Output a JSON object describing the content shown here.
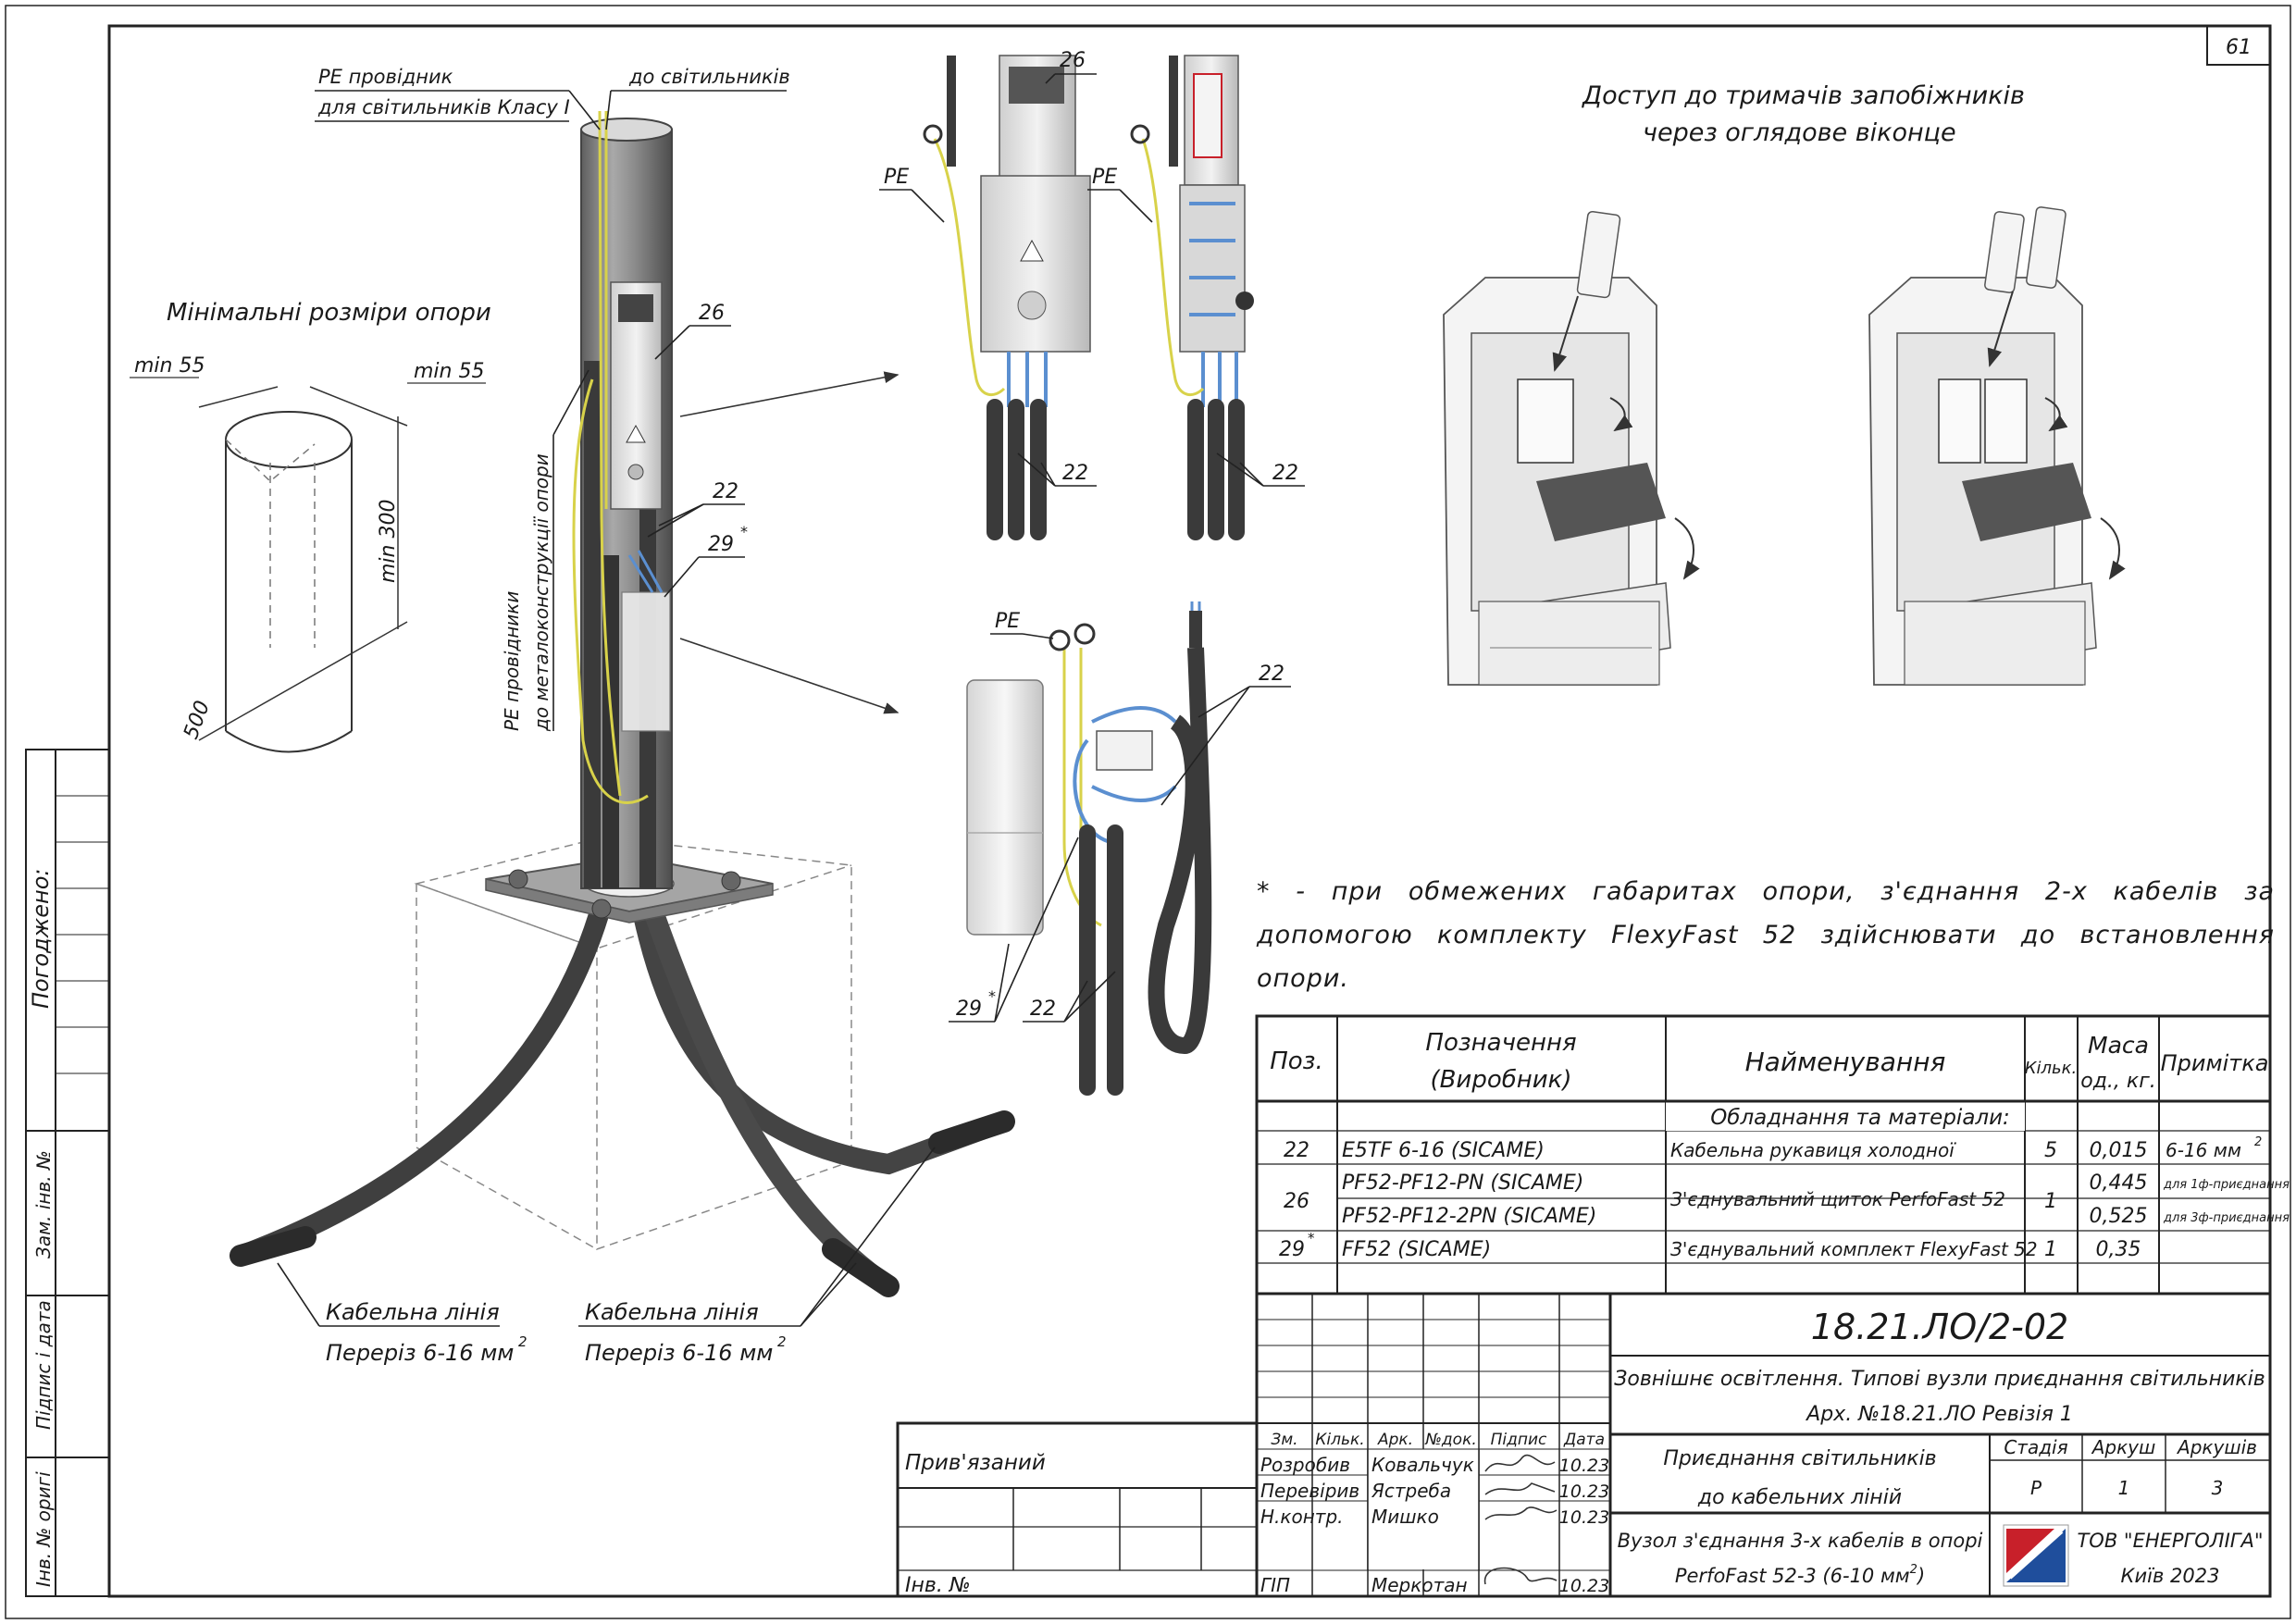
{
  "sheet_number": "61",
  "labels": {
    "pe_conductor_l1": "PE провідник",
    "pe_conductor_l2": "для світильників Класу I",
    "to_luminaires": "до світильників",
    "pe_conductors_v1": "PE провідники",
    "pe_conductors_v2": "до металоконструкції опори",
    "min_dims_title": "Мінімальні розміри опори",
    "min55_a": "min 55",
    "min55_b": "min 55",
    "min300": "min 300",
    "d500": "500",
    "access_l1": "Доступ до тримачів запобіжників",
    "access_l2": "через оглядове віконце",
    "pe_1": "PE",
    "pe_2": "PE",
    "pe_3": "PE",
    "pos22_a": "22",
    "pos22_b": "22",
    "pos22_c": "22",
    "pos22_d": "22",
    "pos22_e": "22",
    "pos26_a": "26",
    "pos26_b": "26",
    "pos29_a": "29",
    "pos29_a_star": "*",
    "pos29_b": "29",
    "pos29_b_star": "*",
    "cable_line_1": "Кабельна лінія",
    "cable_section_1": "Переріз 6-16 мм",
    "cable_sup_1": "2",
    "cable_line_2": "Кабельна лінія",
    "cable_section_2": "Переріз 6-16 мм",
    "cable_sup_2": "2"
  },
  "note": "* - при обмежених габаритах опори, з'єднання 2-х кабелів за допомогою комплекту FlexyFast 52 здійснювати до встановлення опори.",
  "spec_table": {
    "headers": {
      "pos": "Поз.",
      "designation_l1": "Позначення",
      "designation_l2": "(Виробник)",
      "name": "Найменування",
      "qty": "Кільк.",
      "mass_l1": "Маса",
      "mass_l2": "од., кг.",
      "note": "Примітка"
    },
    "section": "Обладнання та матеріали:",
    "rows": [
      {
        "pos": "22",
        "designation": "E5TF 6-16   (SICAME)",
        "name": "Кабельна рукавиця холодної",
        "qty": "5",
        "mass": "0,015",
        "note": "6-16 мм",
        "note_sup": "2"
      },
      {
        "pos": "26",
        "designation": "PF52-PF12-PN (SICAME)",
        "designation2": "PF52-PF12-2PN  (SICAME)",
        "name": "З'єднувальний щиток PerfoFast 52",
        "qty": "1",
        "mass": "0,445",
        "mass2": "0,525",
        "note": "для 1ф-приєднання",
        "note2": "для 3ф-приєднання"
      },
      {
        "pos": "29",
        "pos_star": "*",
        "designation": "FF52   (SICAME)",
        "name": "З'єднувальний комплект FlexyFast 52",
        "qty": "1",
        "mass": "0,35",
        "note": ""
      }
    ]
  },
  "title_block": {
    "doc_code": "18.21.ЛО/2-02",
    "project_l1": "Зовнішнє освітлення. Типові вузли приєднання світильників",
    "project_l2": "Арх. №18.21.ЛО Ревізія 1",
    "col_headers": [
      "Зм.",
      "Кільк.",
      "Арк.",
      "№док.",
      "Підпис",
      "Дата"
    ],
    "staff": [
      {
        "role": "Розробив",
        "name": "Ковальчук",
        "date": "10.23"
      },
      {
        "role": "Перевірив",
        "name": "Ястреба",
        "date": "10.23"
      },
      {
        "role": "Н.контр.",
        "name": "Мишко",
        "date": "10.23"
      },
      {
        "role": "ГІП",
        "name": "Меркотан",
        "date": "10.23"
      }
    ],
    "drawing_title_l1": "Приєднання світильників",
    "drawing_title_l2": "до кабельних ліній",
    "stage_label": "Стадія",
    "sheet_label": "Аркуш",
    "sheets_label": "Аркушів",
    "stage": "Р",
    "sheet": "1",
    "sheets": "3",
    "sheet_title_l1": "Вузол з'єднання 3-х кабелів в опорі",
    "sheet_title_l2": "PerfoFast 52-3 (6-10 мм",
    "sheet_title_sup": "2",
    "sheet_title_end": ")",
    "company_l1": "ТОВ \"ЕНЕРГОЛІГА\"",
    "company_l2": "Київ 2023",
    "attached": "Прив'язаний",
    "inv_no": "Інв. №"
  },
  "side_stamp": {
    "agreed": "Погоджено:",
    "replace_inv": "Зам. інв. №",
    "sign_date": "Підпис і дата",
    "inv_orig": "Інв. № оригі"
  },
  "colors": {
    "ink": "#1a1a1a",
    "pole": "#8c8c8c",
    "pole_dark": "#5a5a5a",
    "cable": "#4a4a4a",
    "pe_wire": "#d8d24a",
    "blue_wire": "#5b8fd0",
    "logo_red": "#c8202a",
    "logo_blue": "#1f4e9c"
  }
}
